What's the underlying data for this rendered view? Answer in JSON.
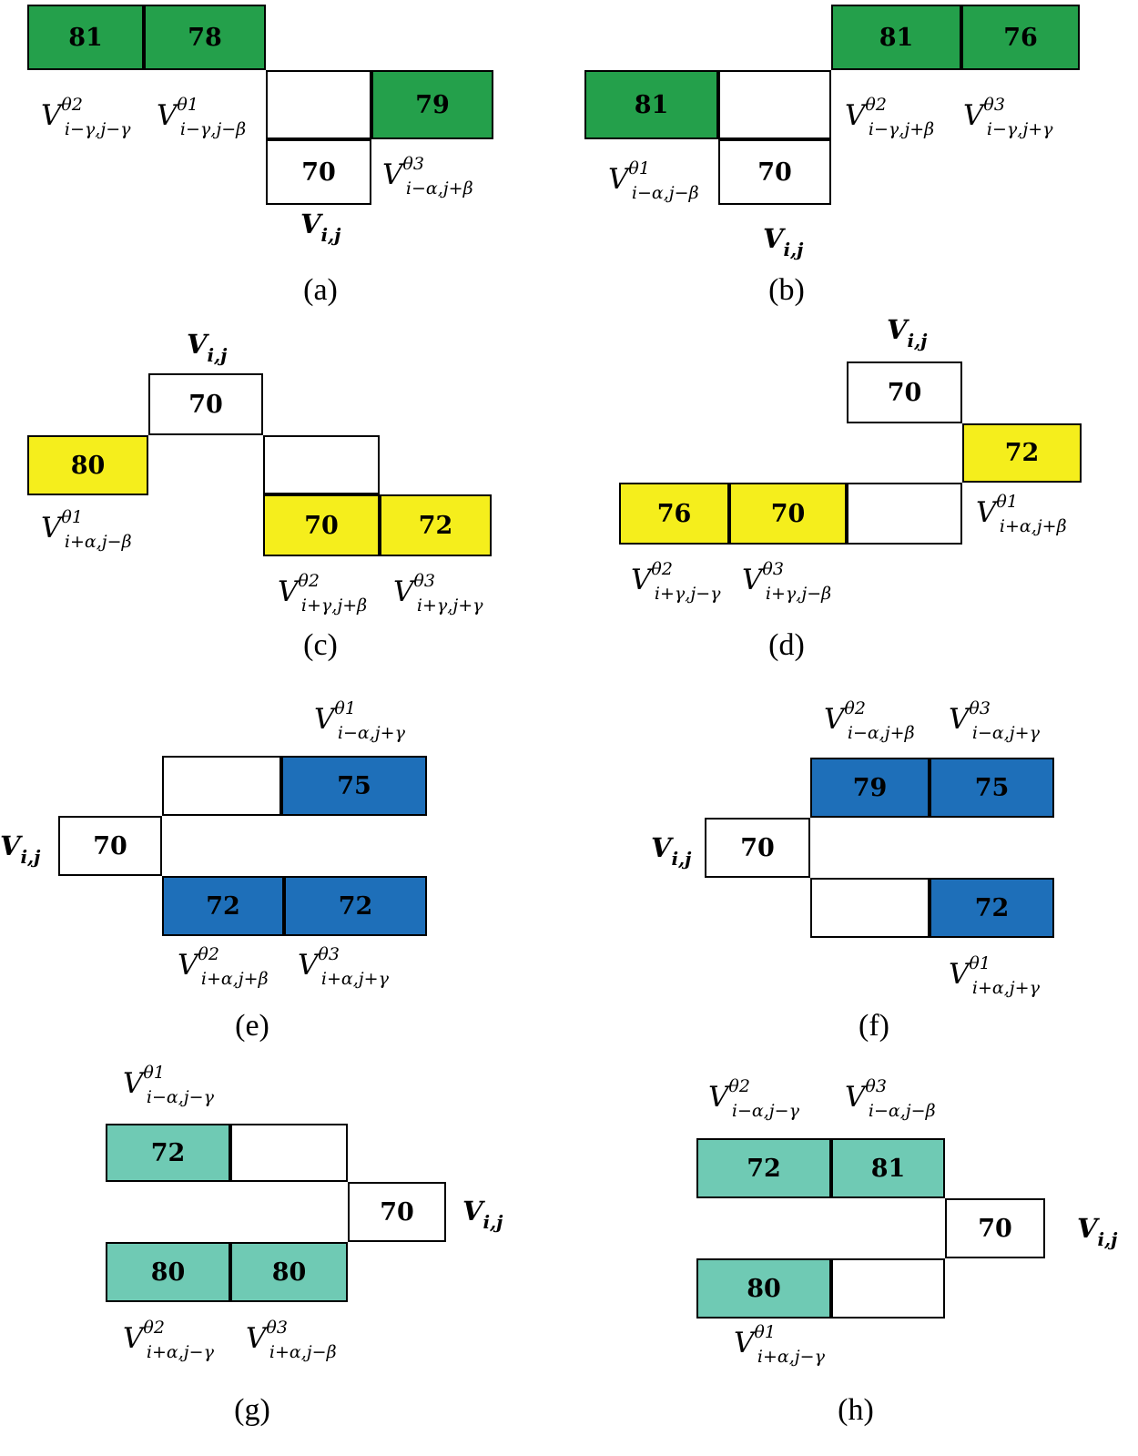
{
  "colors": {
    "green": "#24a04b",
    "yellow": "#f5ee1c",
    "blue": "#1e6fb9",
    "teal": "#6fcab4"
  },
  "panels": [
    {
      "caption": "(a)",
      "cells": [
        {
          "value": "81",
          "color": "green"
        },
        {
          "value": "78",
          "color": "green"
        },
        {
          "value": "",
          "color": "none"
        },
        {
          "value": "79",
          "color": "green"
        },
        {
          "value": "70",
          "color": "none"
        }
      ],
      "labels": [
        {
          "base": "V",
          "sup": "θ2",
          "sub": "i−γ,j−γ"
        },
        {
          "base": "V",
          "sup": "θ1",
          "sub": "i−γ,j−β"
        },
        {
          "base": "V",
          "sup": "θ3",
          "sub": "i−α,j+β"
        },
        {
          "base": "V",
          "sup": "",
          "sub": "i,j"
        }
      ]
    },
    {
      "caption": "(b)",
      "cells": [
        {
          "value": "81",
          "color": "green"
        },
        {
          "value": "76",
          "color": "green"
        },
        {
          "value": "81",
          "color": "green"
        },
        {
          "value": "",
          "color": "none"
        },
        {
          "value": "70",
          "color": "none"
        }
      ],
      "labels": [
        {
          "base": "V",
          "sup": "θ2",
          "sub": "i−γ,j+β"
        },
        {
          "base": "V",
          "sup": "θ3",
          "sub": "i−γ,j+γ"
        },
        {
          "base": "V",
          "sup": "θ1",
          "sub": "i−α,j−β"
        },
        {
          "base": "V",
          "sup": "",
          "sub": "i,j"
        }
      ]
    },
    {
      "caption": "(c)",
      "cells": [
        {
          "value": "70",
          "color": "none"
        },
        {
          "value": "80",
          "color": "yellow"
        },
        {
          "value": "",
          "color": "none"
        },
        {
          "value": "70",
          "color": "yellow"
        },
        {
          "value": "72",
          "color": "yellow"
        }
      ],
      "labels": [
        {
          "base": "V",
          "sup": "",
          "sub": "i,j"
        },
        {
          "base": "V",
          "sup": "θ1",
          "sub": "i+α,j−β"
        },
        {
          "base": "V",
          "sup": "θ2",
          "sub": "i+γ,j+β"
        },
        {
          "base": "V",
          "sup": "θ3",
          "sub": "i+γ,j+γ"
        }
      ]
    },
    {
      "caption": "(d)",
      "cells": [
        {
          "value": "70",
          "color": "none"
        },
        {
          "value": "72",
          "color": "yellow"
        },
        {
          "value": "76",
          "color": "yellow"
        },
        {
          "value": "70",
          "color": "yellow"
        },
        {
          "value": "",
          "color": "none"
        }
      ],
      "labels": [
        {
          "base": "V",
          "sup": "",
          "sub": "i,j"
        },
        {
          "base": "V",
          "sup": "θ1",
          "sub": "i+α,j+β"
        },
        {
          "base": "V",
          "sup": "θ2",
          "sub": "i+γ,j−γ"
        },
        {
          "base": "V",
          "sup": "θ3",
          "sub": "i+γ,j−β"
        }
      ]
    },
    {
      "caption": "(e)",
      "cells": [
        {
          "value": "",
          "color": "none"
        },
        {
          "value": "75",
          "color": "blue"
        },
        {
          "value": "70",
          "color": "none"
        },
        {
          "value": "72",
          "color": "blue"
        },
        {
          "value": "72",
          "color": "blue"
        }
      ],
      "labels": [
        {
          "base": "V",
          "sup": "θ1",
          "sub": "i−α,j+γ"
        },
        {
          "base": "V",
          "sup": "",
          "sub": "i,j"
        },
        {
          "base": "V",
          "sup": "θ2",
          "sub": "i+α,j+β"
        },
        {
          "base": "V",
          "sup": "θ3",
          "sub": "i+α,j+γ"
        }
      ]
    },
    {
      "caption": "(f)",
      "cells": [
        {
          "value": "79",
          "color": "blue"
        },
        {
          "value": "75",
          "color": "blue"
        },
        {
          "value": "70",
          "color": "none"
        },
        {
          "value": "",
          "color": "none"
        },
        {
          "value": "72",
          "color": "blue"
        }
      ],
      "labels": [
        {
          "base": "V",
          "sup": "θ2",
          "sub": "i−α,j+β"
        },
        {
          "base": "V",
          "sup": "θ3",
          "sub": "i−α,j+γ"
        },
        {
          "base": "V",
          "sup": "",
          "sub": "i,j"
        },
        {
          "base": "V",
          "sup": "θ1",
          "sub": "i+α,j+γ"
        }
      ]
    },
    {
      "caption": "(g)",
      "cells": [
        {
          "value": "72",
          "color": "teal"
        },
        {
          "value": "",
          "color": "none"
        },
        {
          "value": "70",
          "color": "none"
        },
        {
          "value": "80",
          "color": "teal"
        },
        {
          "value": "80",
          "color": "teal"
        }
      ],
      "labels": [
        {
          "base": "V",
          "sup": "θ1",
          "sub": "i−α,j−γ"
        },
        {
          "base": "V",
          "sup": "",
          "sub": "i,j"
        },
        {
          "base": "V",
          "sup": "θ2",
          "sub": "i+α,j−γ"
        },
        {
          "base": "V",
          "sup": "θ3",
          "sub": "i+α,j−β"
        }
      ]
    },
    {
      "caption": "(h)",
      "cells": [
        {
          "value": "72",
          "color": "teal"
        },
        {
          "value": "81",
          "color": "teal"
        },
        {
          "value": "70",
          "color": "none"
        },
        {
          "value": "80",
          "color": "teal"
        },
        {
          "value": "",
          "color": "none"
        }
      ],
      "labels": [
        {
          "base": "V",
          "sup": "θ2",
          "sub": "i−α,j−γ"
        },
        {
          "base": "V",
          "sup": "θ3",
          "sub": "i−α,j−β"
        },
        {
          "base": "V",
          "sup": "",
          "sub": "i,j"
        },
        {
          "base": "V",
          "sup": "θ1",
          "sub": "i+α,j−γ"
        }
      ]
    }
  ]
}
